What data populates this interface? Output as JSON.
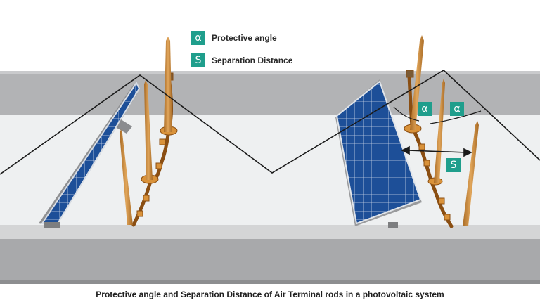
{
  "legend": [
    {
      "symbol": "α",
      "label": "Protective angle"
    },
    {
      "symbol": "S",
      "label": "Separation Distance"
    }
  ],
  "annotations": {
    "angle_symbol": "α",
    "distance_symbol": "S"
  },
  "caption": "Protective angle and Separation Distance of Air Terminal rods in a photovoltaic system",
  "colors": {
    "badge": "#1f9e8c",
    "rod": "#c98a3c",
    "panel": "#1c4f9a",
    "wall": "#a8a9ab",
    "roof": "#eef0f1"
  }
}
